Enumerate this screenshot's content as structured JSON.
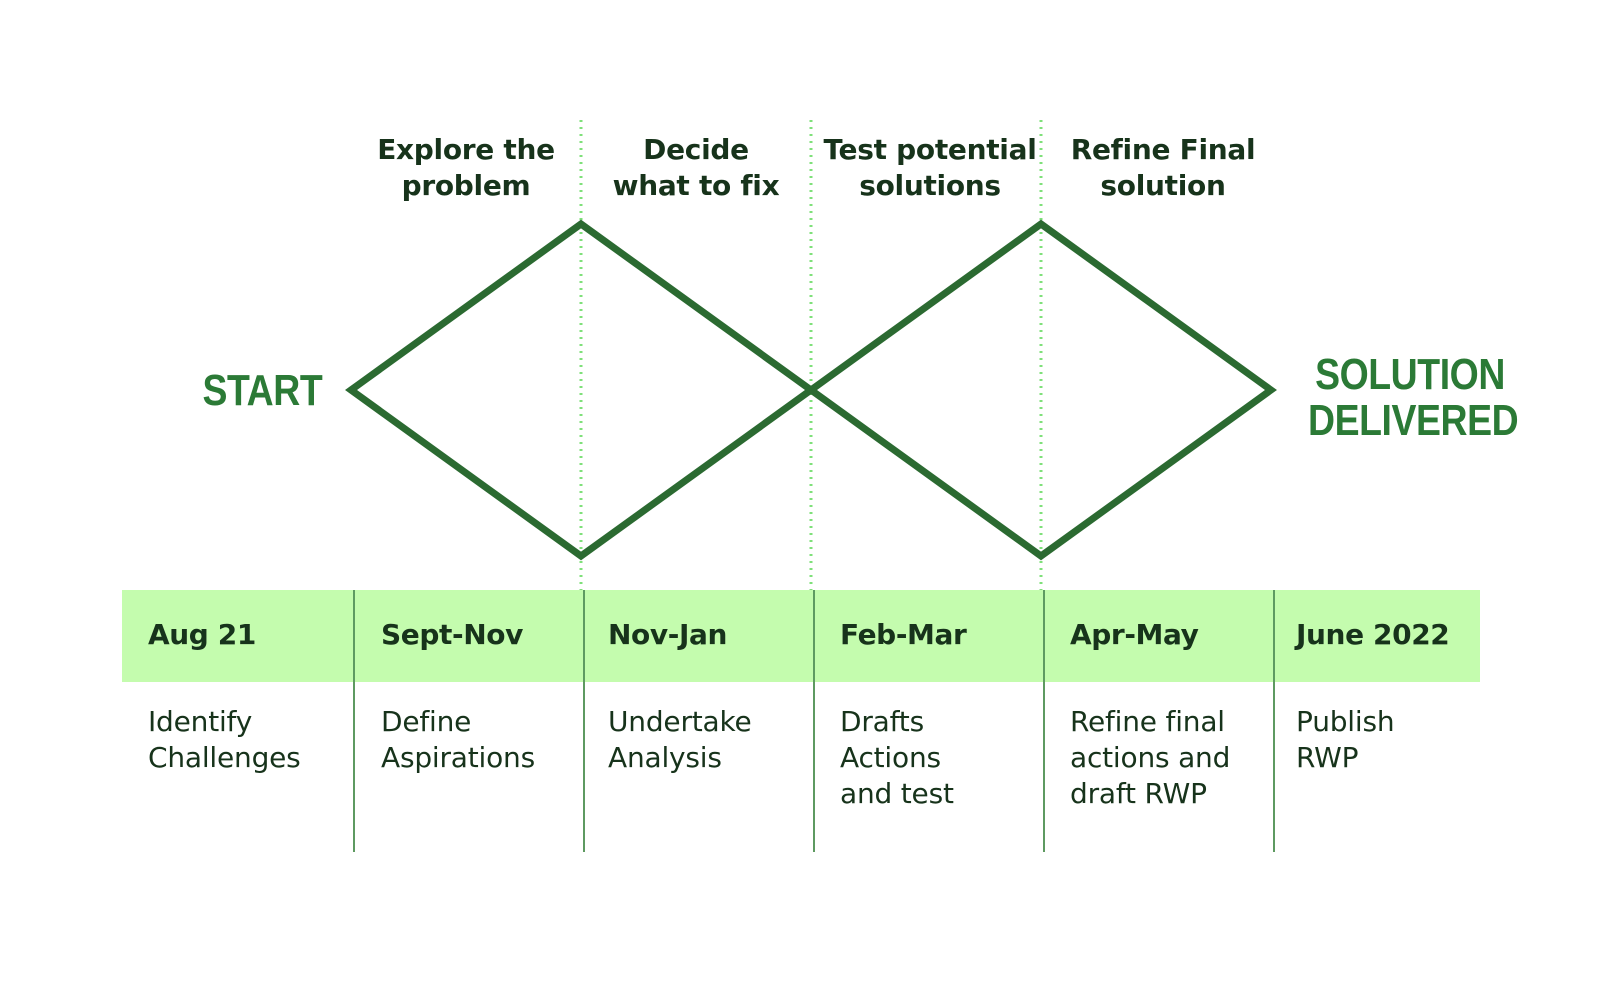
{
  "start_label": "START",
  "end_label": "SOLUTION\nDELIVERED",
  "phases": [
    {
      "label": "Explore the\nproblem"
    },
    {
      "label": "Decide\nwhat to fix"
    },
    {
      "label": "Test potential\nsolutions"
    },
    {
      "label": "Refine Final\nsolution"
    }
  ],
  "timeline": [
    {
      "date": "Aug 21",
      "activity": "Identify\nChallenges"
    },
    {
      "date": "Sept-Nov",
      "activity": "Define\nAspirations"
    },
    {
      "date": "Nov-Jan",
      "activity": "Undertake\nAnalysis"
    },
    {
      "date": "Feb-Mar",
      "activity": "Drafts\nActions\nand test"
    },
    {
      "date": "Apr-May",
      "activity": "Refine final\nactions and\ndraft RWP"
    },
    {
      "date": "June 2022",
      "activity": "Publish\nRWP"
    }
  ],
  "colors": {
    "diamond_stroke": "#2b6a31",
    "accent_text": "#2b7a36",
    "band_fill": "#c4fcae",
    "guide_line": "#7fe07a",
    "body_text": "#17331b"
  }
}
